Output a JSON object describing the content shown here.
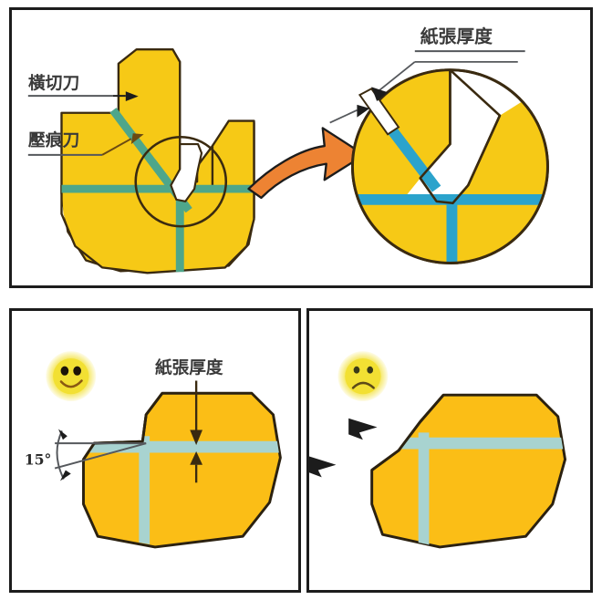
{
  "figure": {
    "title_labels": {
      "cross_cut_blade": "橫切刀",
      "crease_blade": "壓痕刀",
      "paper_thickness": "紙張厚度"
    }
  },
  "panels": {
    "top": {
      "name": "die-cut-detail-panel",
      "labels": {
        "cross_cut_blade": "橫切刀",
        "crease_blade": "壓痕刀",
        "paper_thickness": "紙張厚度"
      },
      "callout": {
        "magnifier_circle": "detail-circle",
        "zoom_arrow": "orange-curved-arrow"
      }
    },
    "bottom_left": {
      "name": "good-example-panel",
      "face": "smiley-face",
      "face_mood": "happy",
      "labels": {
        "paper_thickness": "紙張厚度",
        "angle": "15°"
      }
    },
    "bottom_right": {
      "name": "bad-example-panel",
      "face": "sad-face",
      "face_mood": "sad",
      "markers": 2
    }
  },
  "colors": {
    "paper_yellow": "#F6C916",
    "paper_yellow_alt": "#FBBE16",
    "crease_green": "#4EA68A",
    "crease_blue": "#2BA3CC",
    "crease_pale": "#A8D3D0",
    "outline_dark": "#3A2A10",
    "arrow_orange": "#ED8333",
    "face_yellow": "#F2E033",
    "frame_black": "#1C1C1C"
  }
}
